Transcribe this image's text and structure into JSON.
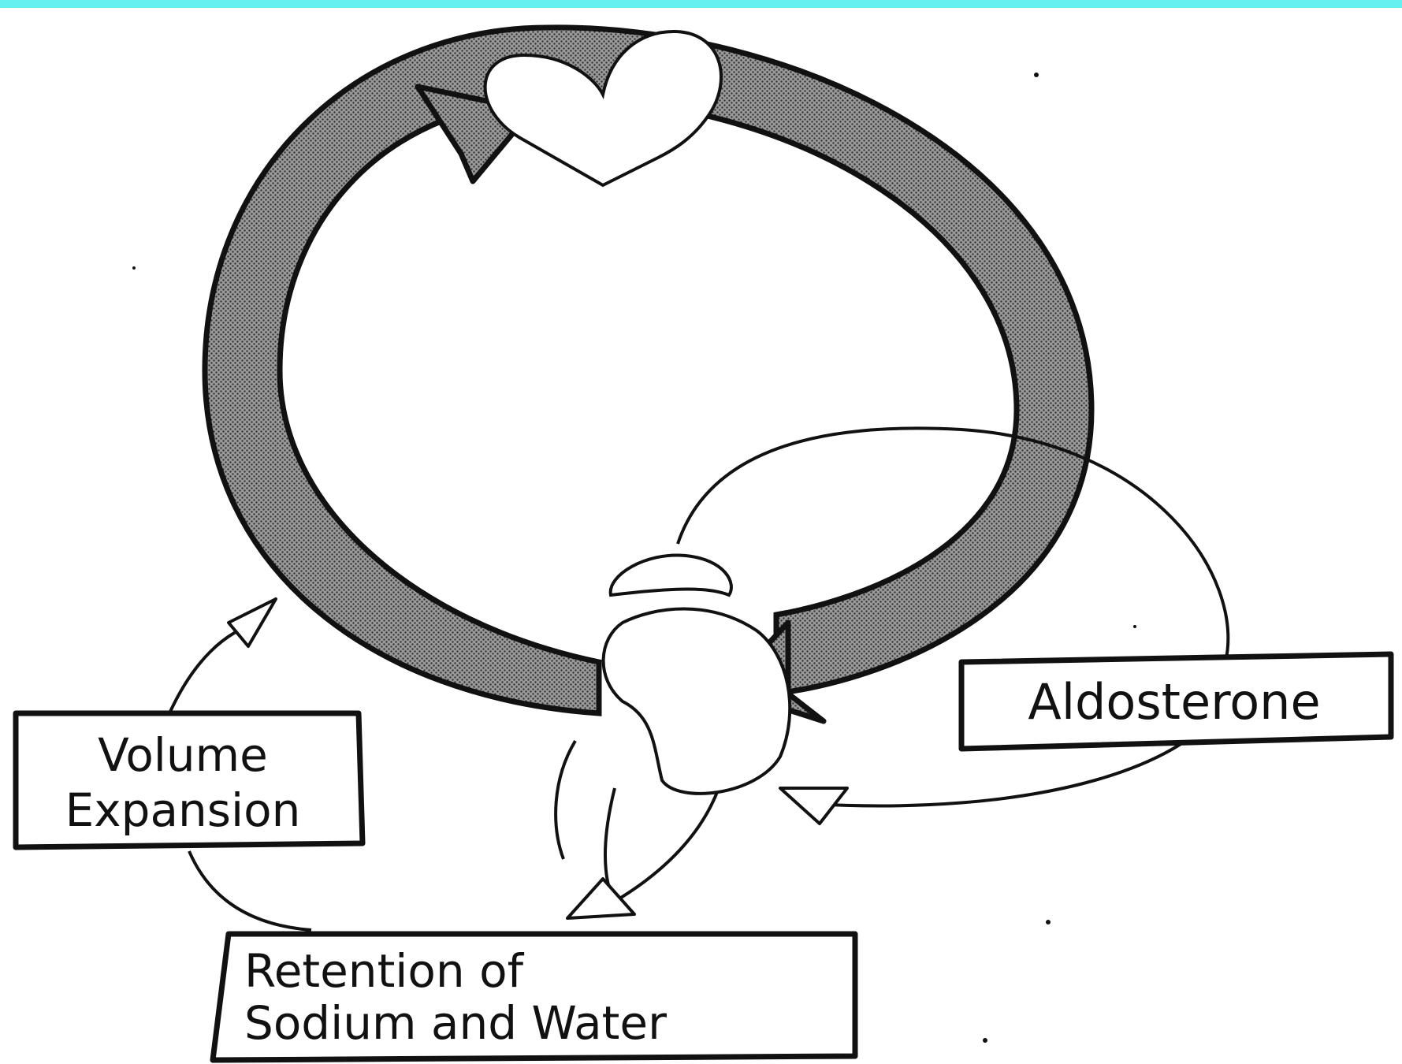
{
  "colors": {
    "top_band": "#66f0f0",
    "ink": "#111111",
    "loop_fill": "#8a8a8a",
    "background": "#ffffff"
  },
  "labels": {
    "aldosterone": "Aldosterone",
    "volume_line1": "Volume",
    "volume_line2": "Expansion",
    "retention_line1": "Retention of",
    "retention_line2": "Sodium and Water"
  },
  "icons": {
    "heart": "heart-icon",
    "adrenal_kidney": "kidney-adrenal-icon"
  }
}
